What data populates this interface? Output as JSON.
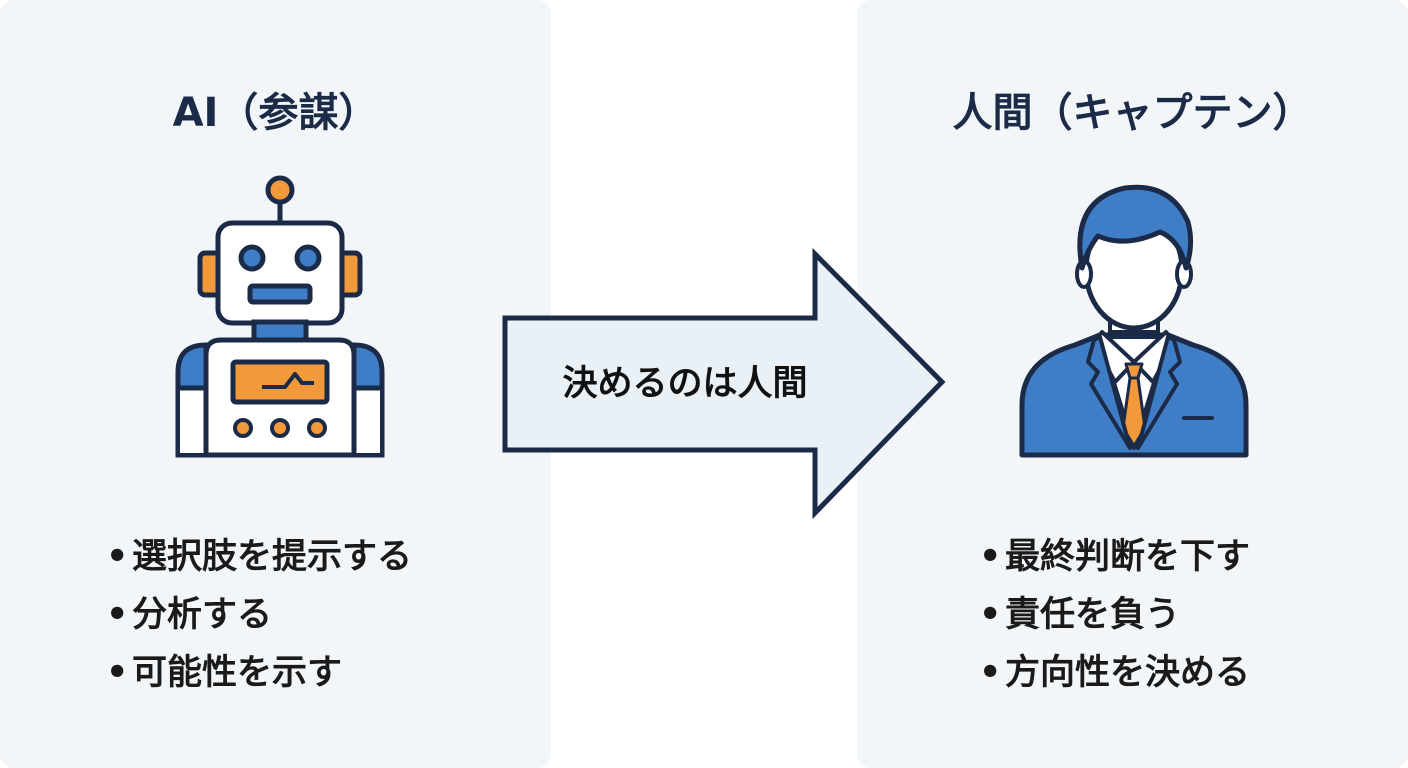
{
  "left_panel": {
    "title": "AI（参謀）",
    "items": [
      "選択肢を提示する",
      "分析する",
      "可能性を示す"
    ]
  },
  "right_panel": {
    "title": "人間（キャプテン）",
    "items": [
      "最終判断を下す",
      "責任を負う",
      "方向性を決める"
    ]
  },
  "arrow": {
    "label": "決めるのは人間"
  },
  "icons": {
    "left": "robot-icon",
    "right": "businessman-icon"
  },
  "colors": {
    "navy": "#1b2b47",
    "blue": "#3f7dc6",
    "orange": "#f29a3b",
    "panel_bg": "#f2f6f9"
  }
}
